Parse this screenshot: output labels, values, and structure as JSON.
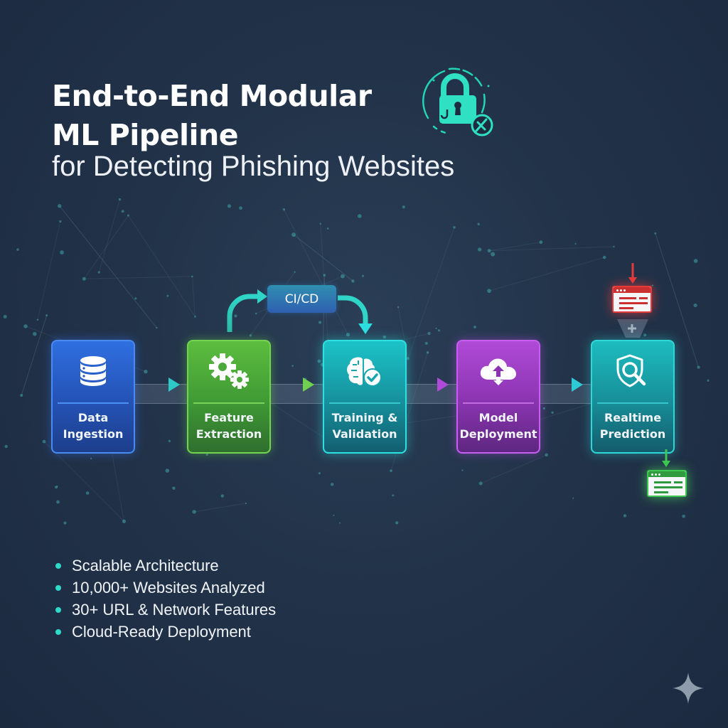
{
  "header": {
    "title_line1": "End-to-End Modular",
    "title_line2": "ML Pipeline",
    "subtitle": "for Detecting Phishing Websites",
    "logo_icon": "lock-with-phishing-hook-icon"
  },
  "pipeline": {
    "ci_cd_label": "CI/CD",
    "stages": [
      {
        "line1": "Data",
        "line2": "Ingestion",
        "icon": "database-icon",
        "color": "#2f6fe0"
      },
      {
        "line1": "Feature",
        "line2": "Extraction",
        "icon": "gears-icon",
        "color": "#5cbd3f"
      },
      {
        "line1": "Training &",
        "line2": "Validation",
        "icon": "brain-check-icon",
        "color": "#1cc3c8"
      },
      {
        "line1": "Model",
        "line2": "Deployment",
        "icon": "cloud-upload-icon",
        "color": "#b04ad8"
      },
      {
        "line1": "Realtime",
        "line2": "Prediction",
        "icon": "shield-search-icon",
        "color": "#1dbcbf"
      }
    ],
    "arrow_colors": [
      "#2ec9c7",
      "#6fd14f",
      "#b04ad8",
      "#2ec9d6"
    ],
    "input_window": {
      "icon": "phishing-webpage-icon",
      "color": "#e53b3b"
    },
    "output_window": {
      "icon": "safe-webpage-icon",
      "color": "#3ec650"
    }
  },
  "features": [
    "Scalable Architecture",
    "10,000+ Websites Analyzed",
    "30+ URL & Network Features",
    "Cloud-Ready Deployment"
  ],
  "colors": {
    "accent": "#2fd9c8",
    "background": "#223349"
  }
}
